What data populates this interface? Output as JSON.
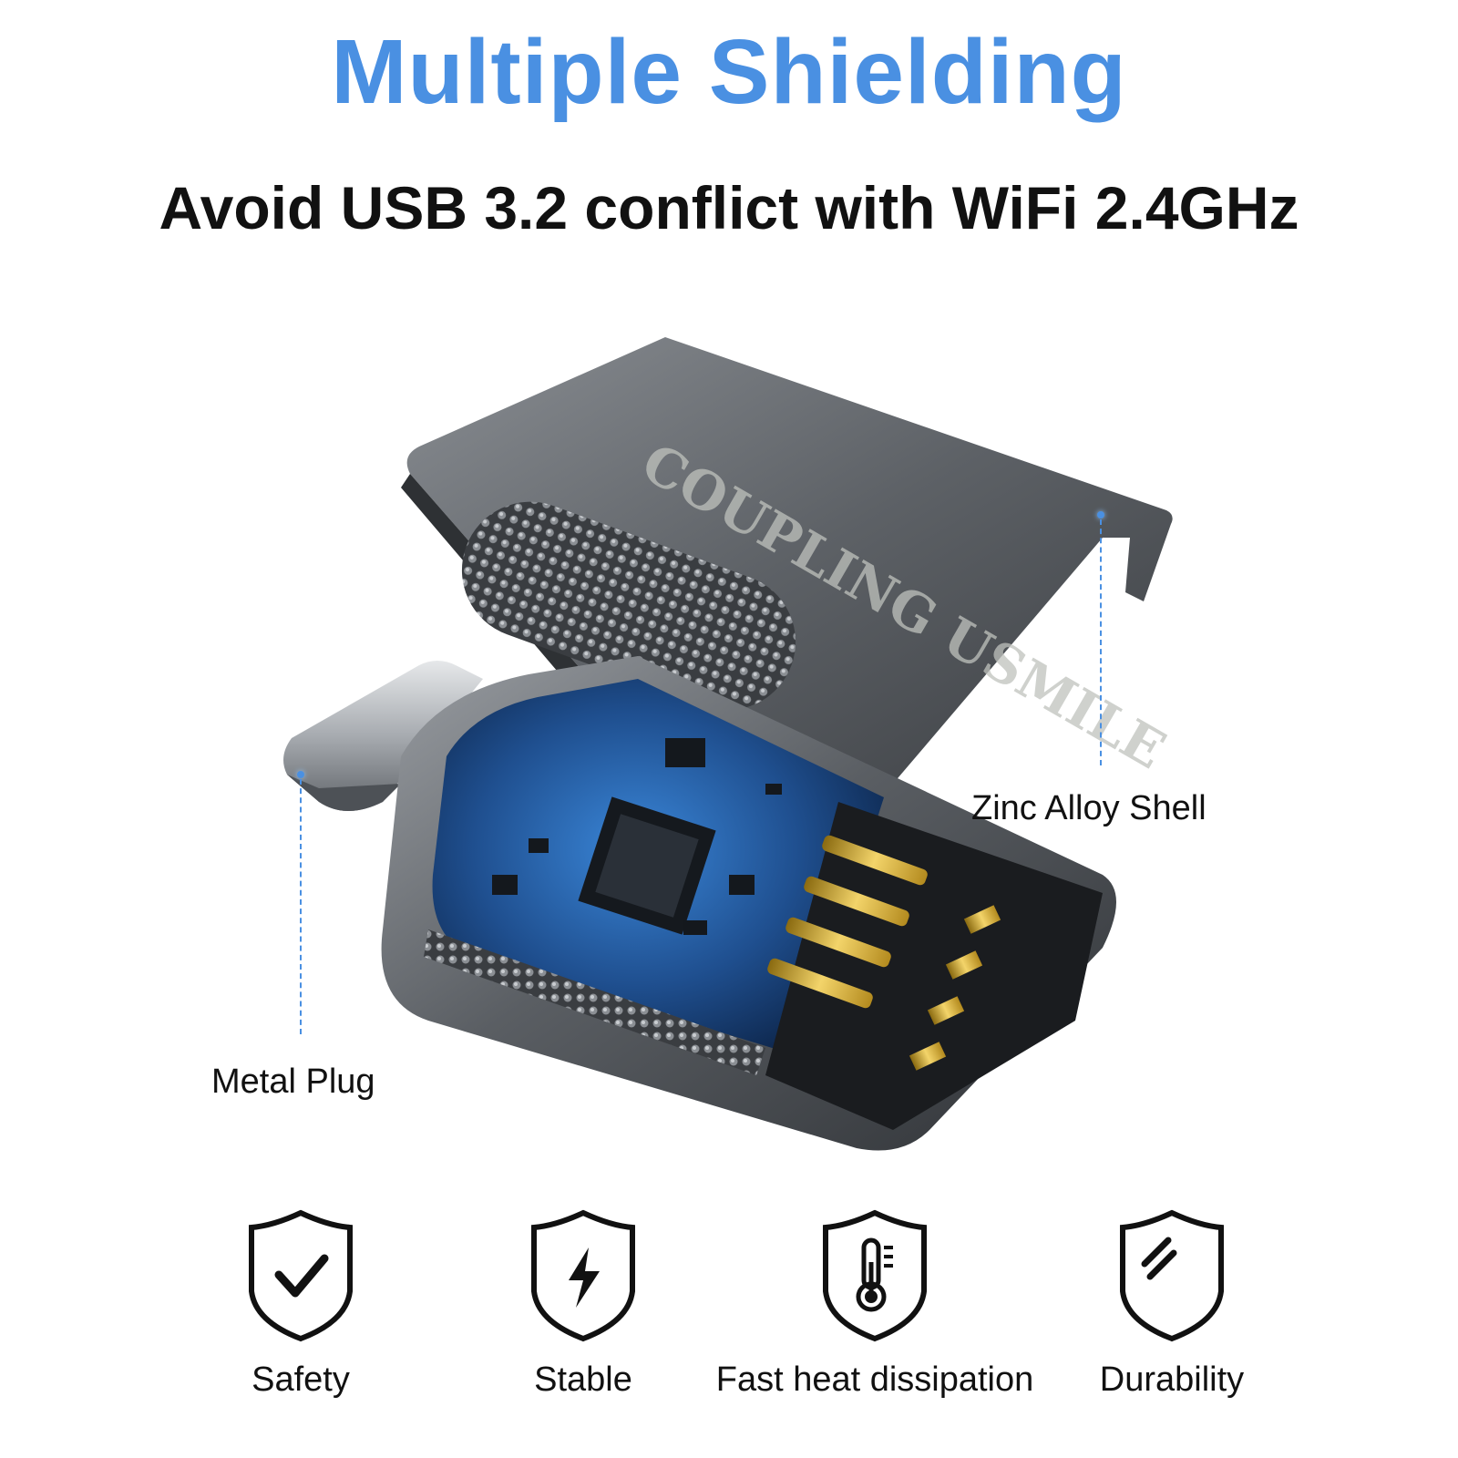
{
  "header": {
    "title": "Multiple Shielding",
    "subtitle": "Avoid USB 3.2 conflict with WiFi 2.4GHz"
  },
  "product": {
    "shell_engraving": "COUPLING USMILE",
    "callouts": [
      {
        "id": "zinc-alloy-shell",
        "label": "Zinc Alloy Shell"
      },
      {
        "id": "metal-plug",
        "label": "Metal Plug"
      }
    ]
  },
  "features": [
    {
      "label": "Safety",
      "icon": "shield-check-icon"
    },
    {
      "label": "Stable",
      "icon": "shield-lightning-icon"
    },
    {
      "label": "Fast heat dissipation",
      "icon": "shield-thermometer-icon"
    },
    {
      "label": "Durability",
      "icon": "shield-durability-icon"
    }
  ],
  "colors": {
    "accent": "#4a90e2",
    "text": "#111111",
    "pcb": "#1f4f8f",
    "metal": "#6a6e73"
  }
}
